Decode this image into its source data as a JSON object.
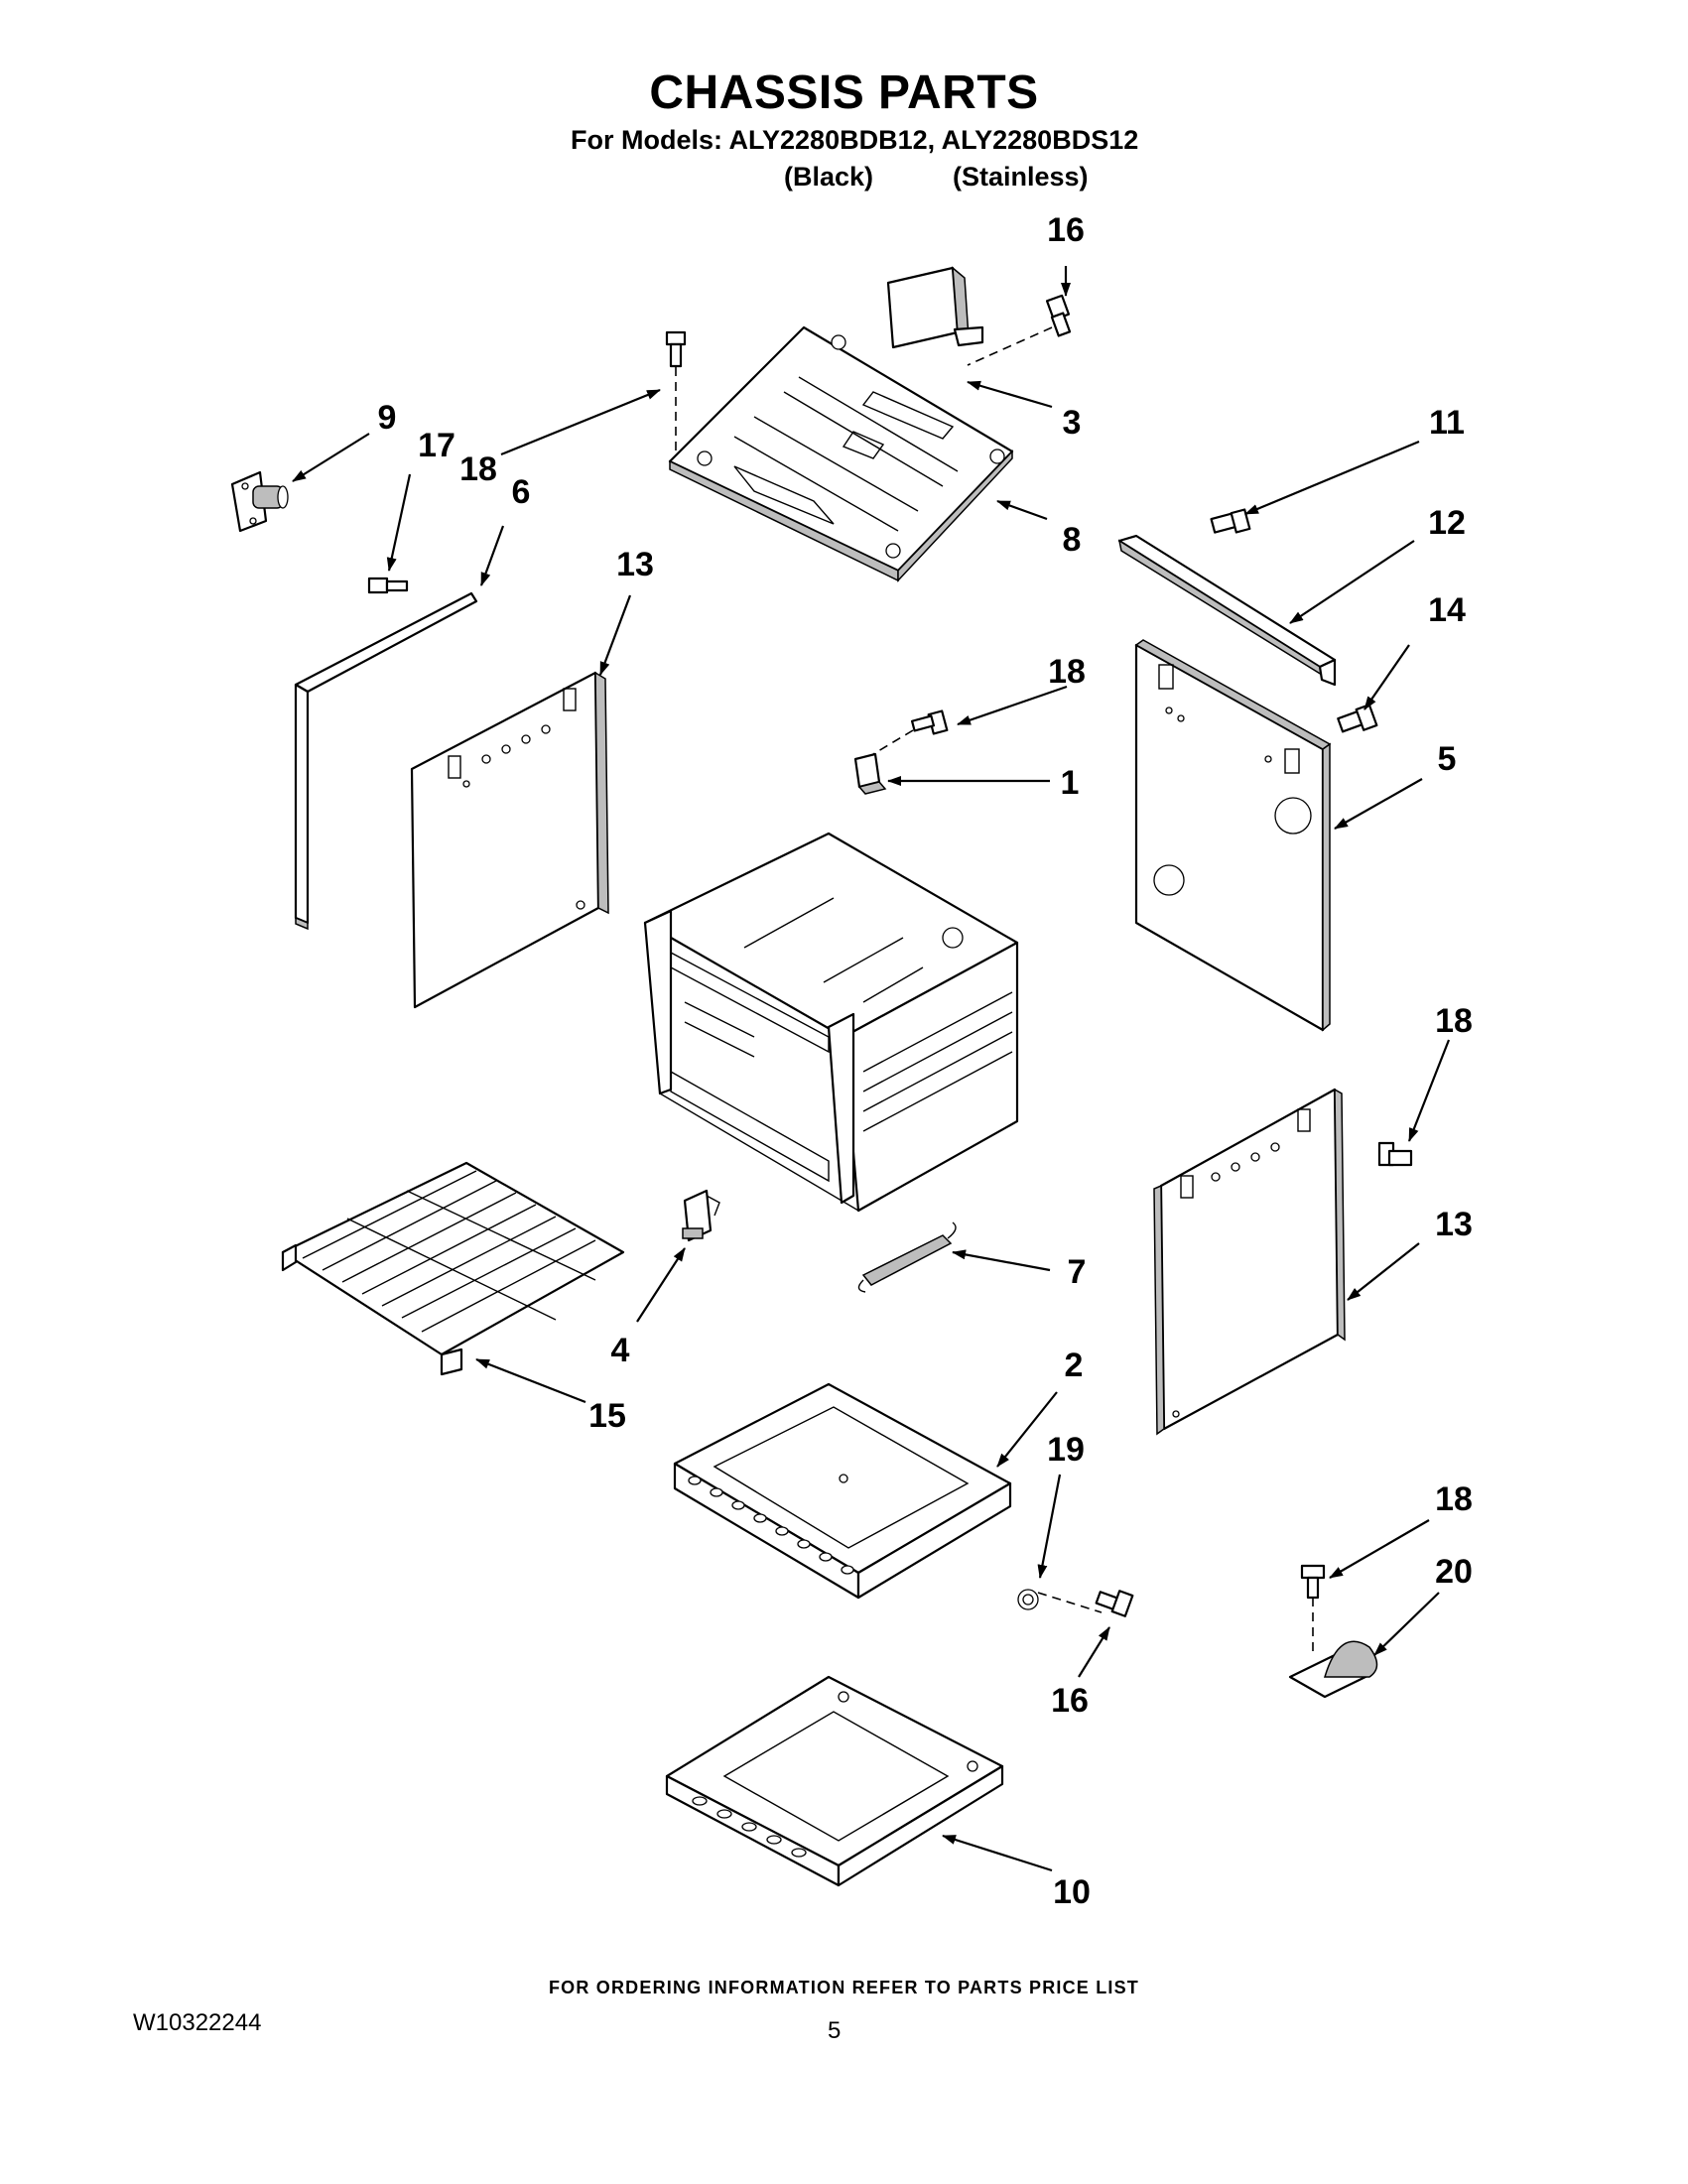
{
  "header": {
    "title": "CHASSIS PARTS",
    "models_line": "For Models: ALY2280BDB12, ALY2280BDS12",
    "variant_black": "(Black)",
    "variant_stainless": "(Stainless)"
  },
  "callouts": [
    "16",
    "3",
    "9",
    "17",
    "18",
    "6",
    "8",
    "11",
    "12",
    "13",
    "18",
    "14",
    "1",
    "5",
    "18",
    "13",
    "7",
    "4",
    "15",
    "2",
    "19",
    "18",
    "20",
    "16",
    "10"
  ],
  "footer": {
    "ordering_note": "FOR ORDERING INFORMATION REFER TO PARTS PRICE LIST",
    "doc_number": "W10322244",
    "page_number": "5"
  }
}
